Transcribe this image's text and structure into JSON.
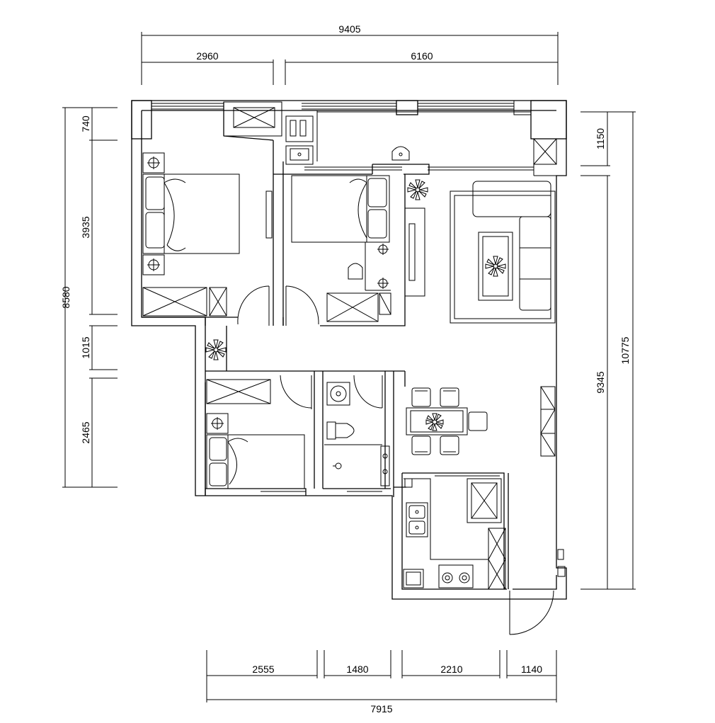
{
  "dimensions": {
    "top_total": "9405",
    "top_left": "2960",
    "top_right": "6160",
    "left_total": "8580",
    "left_a": "740",
    "left_b": "3935",
    "left_c": "1015",
    "left_d": "2465",
    "right_total": "10775",
    "right_a": "1150",
    "right_b": "9345",
    "bottom_total": "7915",
    "bottom_a": "2555",
    "bottom_b": "1480",
    "bottom_c": "2210",
    "bottom_d": "1140"
  },
  "icons": {
    "bed": "double-bed-icon",
    "plant": "potted-plant-icon",
    "toilet": "toilet-icon",
    "sink": "sink-icon",
    "stove": "gas-stove-icon",
    "sofa": "sofa-icon",
    "table": "dining-table-icon",
    "wardrobe": "wardrobe-icon",
    "lamp": "bedside-lamp-icon"
  },
  "colors": {
    "line": "#000000",
    "background": "#ffffff"
  }
}
